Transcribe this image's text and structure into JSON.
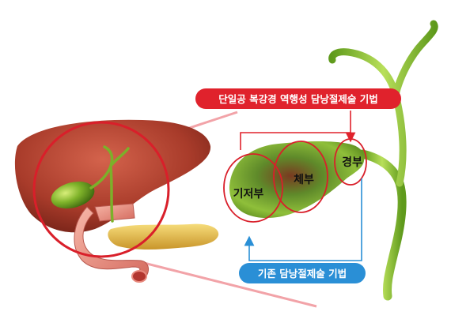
{
  "labels": {
    "new_method": "단일공 복강경 역행성 담낭절제술 기법",
    "old_method": "기존 담낭절제술 기법",
    "fundus": "기저부",
    "body": "체부",
    "neck": "경부"
  },
  "colors": {
    "new_method": "#e0222c",
    "old_method": "#2a8fd6",
    "circle_red": "#d91f2a",
    "liver": "#b2432f",
    "gallbladder": "#6a9b22",
    "duct": "#7cb02a",
    "pancreas": "#e9c143",
    "duodenum": "#e88a7e"
  }
}
